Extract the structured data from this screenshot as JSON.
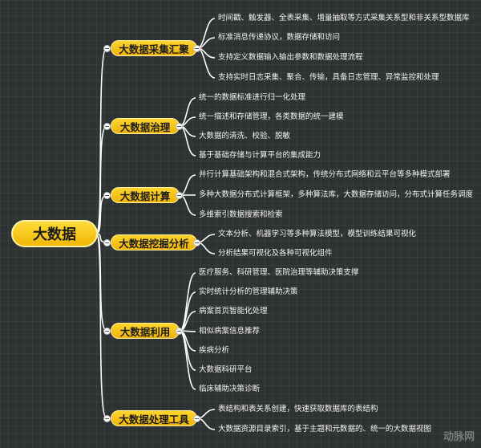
{
  "root": {
    "label": "大数据"
  },
  "branches": [
    {
      "label": "大数据采集汇聚",
      "items": [
        "时间戳、触发器、全表采集、增量抽取等方式采集关系型和非关系型数据库",
        "标准消息传递协议，数据存储和访问",
        "支持定义数据输入输出参数和数据处理流程",
        "支持实时日志采集、聚合、传输，具备日志管理、异常监控和处理"
      ]
    },
    {
      "label": "大数据治理",
      "items": [
        "统一的数据标准进行归一化处理",
        "统一描述和存储管理，各类数据的统一建模",
        "大数据的清洗、校验、脱敏",
        "基于基础存储与计算平台的集成能力"
      ]
    },
    {
      "label": "大数据计算",
      "items": [
        "并行计算基础架构和混合式架构，传统分布式网络和云平台等多种模式部署",
        "多种大数据分布式计算框架，多种算法库，大数据存储访问，分布式计算任务调度",
        "多维索引数据搜索和检索"
      ]
    },
    {
      "label": "大数据挖掘分析",
      "items": [
        "文本分析、机器学习等多种算法模型，模型训练结果可视化",
        "分析结果可视化及各种可视化组件"
      ]
    },
    {
      "label": "大数据利用",
      "items": [
        "医疗服务、科研管理、医院治理等辅助决策支撑",
        "实时统计分析的管理辅助决策",
        "病案首页智能化处理",
        "相似病案信息推荐",
        "疾病分析",
        "大数据科研平台",
        "临床辅助决策诊断"
      ]
    },
    {
      "label": "大数据处理工具",
      "items": [
        "表结构和表关系创建，快速获取数据库的表结构",
        "大数据资源目录索引，基于主题和元数据的、统一的大数据视图"
      ]
    }
  ],
  "watermark": "动脉网"
}
